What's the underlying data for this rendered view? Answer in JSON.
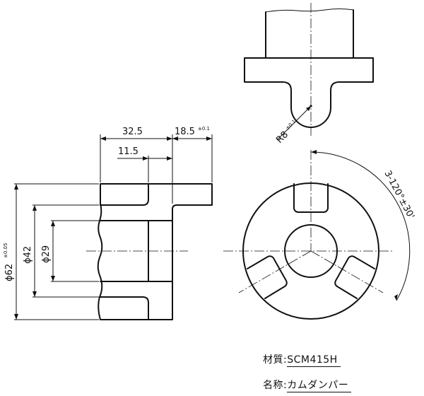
{
  "dimensions": {
    "top_length": "32.5",
    "flange_thickness": "18.5",
    "flange_tolerance": "±0.1",
    "inner_length": "11.5",
    "outer_dia": "ϕ62",
    "outer_dia_tolerance": "±0.05",
    "mid_dia": "ϕ42",
    "bore_dia": "ϕ29",
    "radius": "R8",
    "radius_tolerance": "±0.1",
    "angle": "3-120°±30'"
  },
  "notes": {
    "material_label": "材質:",
    "material_value": "SCM415H",
    "name_label": "名称:",
    "name_value": "カムダンパー"
  }
}
